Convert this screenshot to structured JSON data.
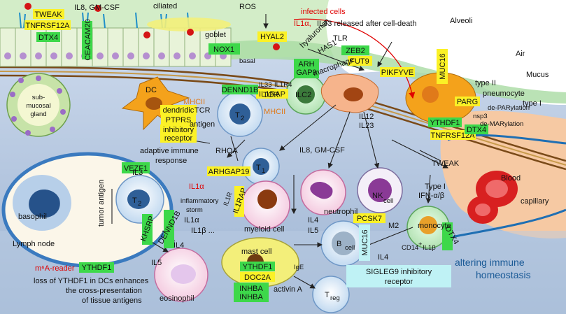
{
  "regions": {
    "alveoli": "Alveoli",
    "air": "Air",
    "mucus": "Mucus",
    "type2": "type II",
    "pneumocyte": "pneumocyte",
    "type1": "type I",
    "capillary": "capillary",
    "blood": "Blood",
    "lymph_node": "Lymph node",
    "submucosal_gland": "sub-\nmucosal\ngland",
    "altering1": "altering immune",
    "altering2": "homeostasis"
  },
  "cells": {
    "ciliated": "ciliated",
    "goblet": "goblet",
    "basal": "basal",
    "dc": "DC",
    "th2_sub": "2",
    "th1_sub": "1",
    "th": "T",
    "ilc2": "ILC2",
    "macrophage": "macrophage",
    "neutrophil": "neutrophil",
    "nk": "NK",
    "nk_cell": "cell",
    "myeloid": "myeloid cell",
    "mast": "mast cell",
    "eosinophil": "eosinophil",
    "basophil": "basophil",
    "b": "B",
    "b_cell": "cell",
    "treg": "T",
    "treg_sub": "reg",
    "monocyte": "monocyte",
    "cd14": "CD14",
    "il1b_sup": "+",
    "il1b": "IL1β"
  },
  "labels": {
    "il8_gmcsf_top": "IL8, GM-CSF",
    "ros": "ROS",
    "infected_cells": "infected cells",
    "il1a_top": "IL1α,",
    "il33_released": "IL33  released  after  cell-death",
    "hyaluronan": "hyaluronan",
    "tlr": "TLR",
    "has1": "HAS1",
    "il33_il1r4": "IL33",
    "il1r4": "IL1R4",
    "mhcii_dc": "MHCII",
    "tcr_dc": "TCR",
    "antigen": "antigen",
    "tcr_ilc": "TCR",
    "mhcii_ilc": "MHCII",
    "il12": "IL12",
    "il23": "IL23",
    "dendridic": "dendridic",
    "inhibitory_receptor": "inhibitory\nreceptor",
    "adaptive1": "adaptive immune",
    "adaptive2": "response",
    "rhoa": "RHOA",
    "il8_gmcsf_mid": "IL8, GM-CSF",
    "tweak": "TWEAK",
    "type1_ifn": "Type I",
    "ifn": "IFN-α/β",
    "m2": "M2",
    "il3": "IL3",
    "tumor_antigen": "tumor antigen",
    "il1a_red": "IL1α",
    "inflammatory": "inflammatory",
    "storm": "storm",
    "il1a_mid": "IL1α",
    "il1b_mid": "IL1β ...",
    "il1r_rot": "IL1R",
    "il4_side": "IL4",
    "il5_left": "IL5",
    "il4_col": "IL4",
    "il5_col": "IL5",
    "ige": "IgE",
    "activin": "activin A",
    "il4_bottom": "IL4",
    "de_parylation": "de-PARylation",
    "nsp3": "nsp3",
    "de_marylation": "de-MARylation",
    "m6a_reader": "m⁶A-reader",
    "loss1": "loss of YTHDF1 in DCs enhances",
    "loss2": "the cross-presentation",
    "loss3": "of tissue antigens",
    "siglec1": "SIGLEG9 inhibitory",
    "siglec2": "receptor"
  },
  "genes": {
    "tweak": "TWEAK",
    "tnfrsf12a_top": "TNFRSF12A",
    "dtx4_top": "DTX4",
    "ceacam20": "CEACAM20",
    "nox1": "NOX1",
    "hyal2": "HYAL2",
    "zeb2": "ZEB2",
    "fut9": "FUT9",
    "arh": "ARH",
    "gap9": "GAP9",
    "pikfyve": "PIKFYVE",
    "muc16_top": "MUC16",
    "parg": "PARG",
    "dennd1b_top": "DENND1B",
    "il1rap_top": "IL1RAP",
    "ptprs": "PTPRS",
    "ythdf1_right": "YTHDF1",
    "dtx4_right": "DTX4",
    "tnfrsf12a_right": "TNFRSF12A",
    "arhgap19": "ARHGAP19",
    "vezf1": "VEZF1",
    "il1rap_mid": "IL1RAP",
    "dennd1b_mid": "DENND1B",
    "khsrp": "KHSRP",
    "pcsk7": "PCSK7",
    "muc16_bottom": "MUC16",
    "dtx4_bottom": "DTX4",
    "ythdf1_mast": "YTHDF1",
    "doc2a": "DOC2A",
    "inhba1": "INHBA",
    "inhba2": "INHBA",
    "ythdf1_bottom": "YTHDF1"
  },
  "colors": {
    "yellow_box": "#fbf126",
    "green_box": "#3dd84a",
    "cyan_box": "#bff2f5",
    "tissue": "#b5c9e2",
    "lumen": "#cfe9c6",
    "alveolar_space": "#ffffff",
    "membrane": "#7a4a18",
    "red_text": "#e00000"
  }
}
